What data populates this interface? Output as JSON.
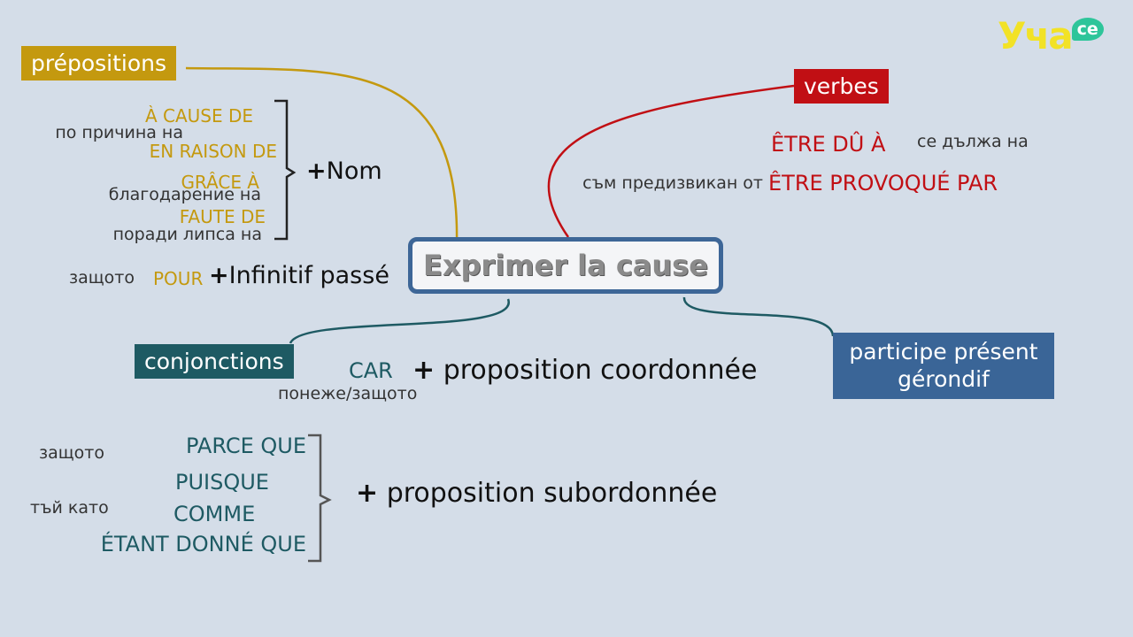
{
  "logo": {
    "main": "Уча",
    "badge": "ce"
  },
  "center": {
    "title": "Exprimer la cause"
  },
  "prepositions": {
    "label": "prépositions",
    "items": [
      {
        "fr": "À CAUSE DE",
        "bg": "по причина на"
      },
      {
        "fr": "EN RAISON DE",
        "bg": ""
      },
      {
        "fr": "GRÂCE À",
        "bg": "благодарение на"
      },
      {
        "fr": "FAUTE DE",
        "bg": "поради липса на"
      }
    ],
    "nom": "Nom",
    "pour": {
      "bg": "защото",
      "fr": "POUR",
      "rest": "Infinitif passé"
    }
  },
  "verbes": {
    "label": "verbes",
    "items": [
      {
        "fr": "ÊTRE DÛ À",
        "bg": "се дължа на"
      },
      {
        "fr": "ÊTRE PROVOQUÉ PAR",
        "bg": "съм предизвикан от"
      }
    ]
  },
  "conjonctions": {
    "label": "conjonctions",
    "car": {
      "fr": "CAR",
      "bg": "понеже/защото",
      "rest": "proposition coordonnée"
    },
    "sub_items": [
      {
        "fr": "PARCE QUE",
        "bg": "защото"
      },
      {
        "fr": "PUISQUE",
        "bg": ""
      },
      {
        "fr": "COMME",
        "bg": "тъй като"
      },
      {
        "fr": "ÉTANT DONNÉ QUE",
        "bg": ""
      }
    ],
    "sub_rest": "proposition subordonnée"
  },
  "participe": {
    "line1": "participe présent",
    "line2": "gérondif"
  },
  "plus": "+",
  "colors": {
    "prep": "#c4990f",
    "verb": "#c10f14",
    "conj": "#1e5a63",
    "part": "#3a6597",
    "background": "#d4dde8"
  }
}
